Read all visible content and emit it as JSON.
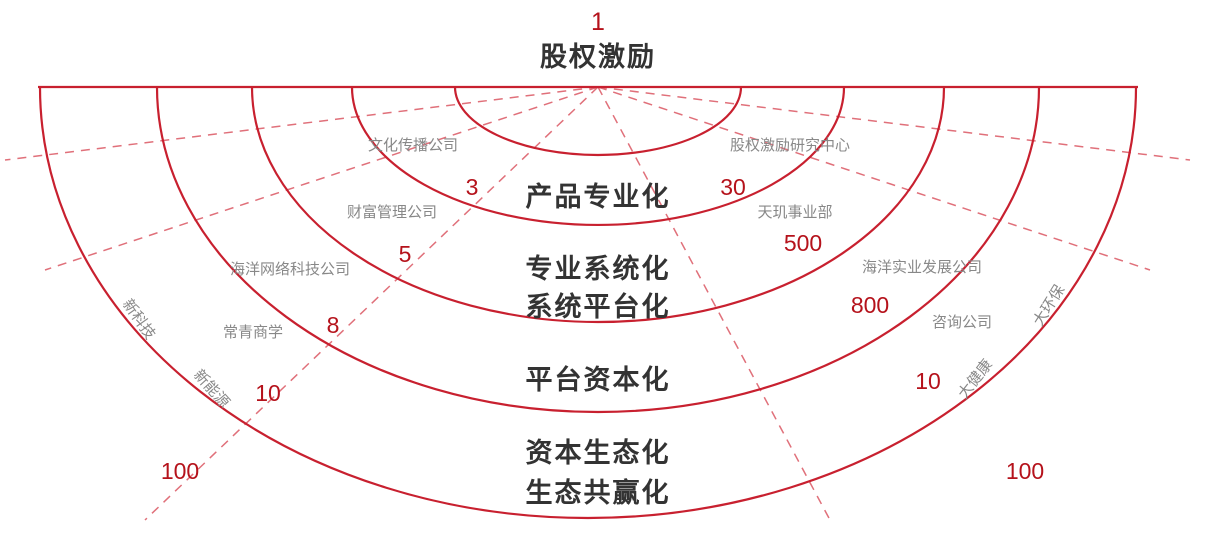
{
  "top": {
    "number": "1",
    "title": "股权激励"
  },
  "stages": [
    "产品专业化",
    "专业系统化",
    "系统平台化",
    "平台资本化",
    "资本生态化",
    "生态共赢化"
  ],
  "left_numbers": [
    "3",
    "5",
    "8",
    "10",
    "100"
  ],
  "right_numbers": [
    "30",
    "500",
    "800",
    "10",
    "100"
  ],
  "left_orgs": [
    "文化传播公司",
    "财富管理公司",
    "海洋网络科技公司",
    "常青商学"
  ],
  "right_orgs": [
    "股权激励研究中心",
    "天玑事业部",
    "海洋实业发展公司",
    "咨询公司"
  ],
  "industries": {
    "left": [
      "新科技",
      "新能源"
    ],
    "right": [
      "大健康",
      "大环保"
    ]
  },
  "colors": {
    "accent": "#c8202f",
    "dash": "#e0707a",
    "text": "#333333",
    "muted": "#888888"
  }
}
